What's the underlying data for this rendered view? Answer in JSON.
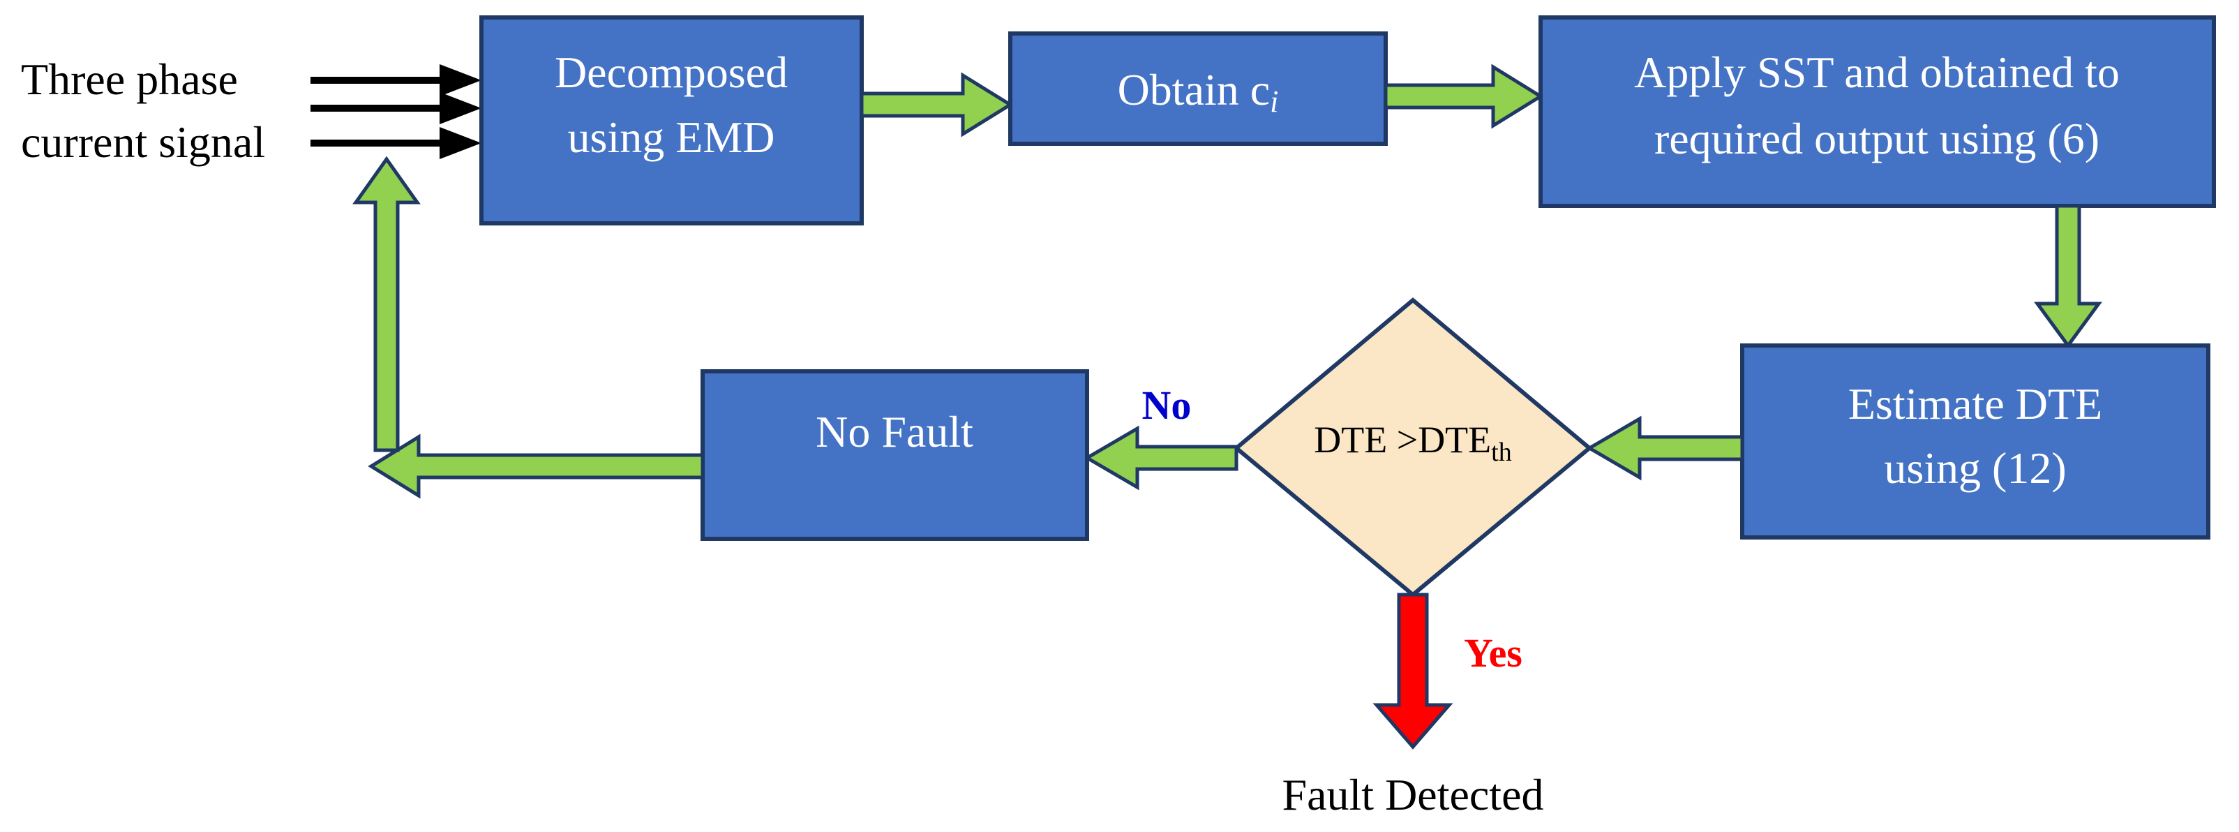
{
  "input": {
    "line1": "Three phase",
    "line2": "current signal"
  },
  "boxes": {
    "decompose": {
      "line1": "Decomposed",
      "line2": "using EMD"
    },
    "obtain": {
      "text": "Obtain c",
      "sub": "i"
    },
    "apply": {
      "line1": "Apply SST and obtained to",
      "line2": "required output using (6)"
    },
    "estimate": {
      "line1": "Estimate DTE",
      "line2": "using (12)"
    },
    "nofault": {
      "text": "No Fault"
    }
  },
  "decision": {
    "text": "DTE >DTE",
    "sub": "th"
  },
  "labels": {
    "no": "No",
    "yes": "Yes"
  },
  "output": {
    "text": "Fault Detected"
  },
  "colors": {
    "box_fill": "#4472c4",
    "box_stroke": "#1f3864",
    "arrow_green": "#92d050",
    "diamond_fill": "#fbe7c6",
    "yes_arrow": "#ff0000",
    "no_label": "#0000cc",
    "yes_label": "#ff0000"
  },
  "icons": {
    "input_arrows": "black-arrow-right",
    "flow_arrows": "green-block-arrow",
    "yes_arrow": "red-block-arrow-down"
  }
}
